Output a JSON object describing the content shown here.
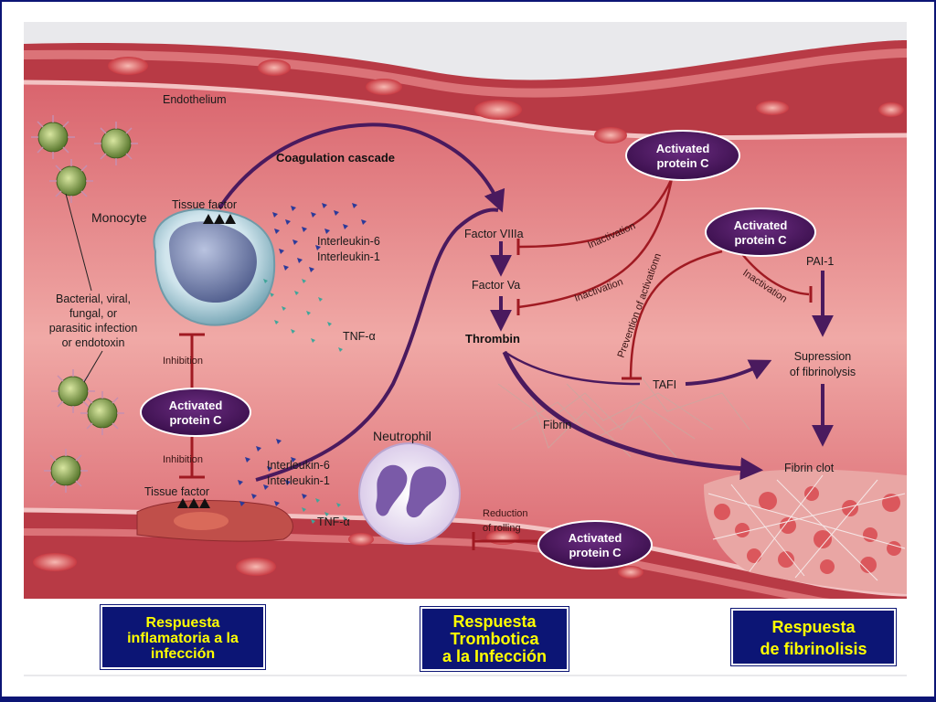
{
  "labels": {
    "endothelium": "Endothelium",
    "coagulation_cascade": "Coagulation cascade",
    "tissue_factor_top": "Tissue factor",
    "monocyte": "Monocyte",
    "il6_top": "Interleukin-6",
    "il1_top": "Interleukin-1",
    "tnf_top": "TNF-α",
    "infection_line1": "Bacterial, viral,",
    "infection_line2": "fungal, or",
    "infection_line3": "parasitic infection",
    "infection_line4": "or endotoxin",
    "inhibition_top": "Inhibition",
    "inhibition_bottom": "Inhibition",
    "tissue_factor_bottom": "Tissue factor",
    "il6_bottom": "Interleukin-6",
    "il1_bottom": "Interleukin-1",
    "tnf_bottom": "TNF-α",
    "neutrophil": "Neutrophil",
    "reduction_line1": "Reduction",
    "reduction_line2": "of rolling",
    "factor_viiia": "Factor VIIIa",
    "factor_va": "Factor Va",
    "thrombin": "Thrombin",
    "fibrin": "Fibrin",
    "fibrin_clot": "Fibrin clot",
    "inactivation_1": "Inactivation",
    "inactivation_2": "Inactivation",
    "inactivation_3": "Inactivation",
    "prevention": "Prevention of activationn",
    "tafi": "TAFI",
    "pai1": "PAI-1",
    "suppression_line1": "Supression",
    "suppression_line2": "of fibrinolysis"
  },
  "apc_label": {
    "line1": "Activated",
    "line2": "protein C"
  },
  "captions": {
    "inflammatory": "Respuesta\ninflamatoria a la\ninfección",
    "thrombotic": "Respuesta\nTrombotica\na la Infección",
    "fibrinolysis": "Respuesta\nde fibrinolisis"
  },
  "colors": {
    "caption_bg": "#0c1575",
    "caption_text": "#ffff00",
    "apc_fill": "#4a1a5e",
    "vessel_lumen": "#e6878a",
    "vessel_wall": "#b83a45",
    "inhibition_line": "#a01a22",
    "arrow_purple": "#4a1a5e"
  }
}
